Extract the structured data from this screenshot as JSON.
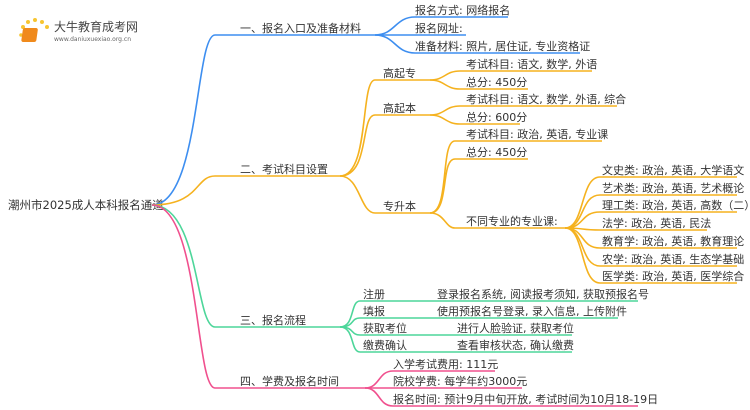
{
  "logo": {
    "name": "大牛教育成考网",
    "url": "www.daniuxuexiao.org.cn"
  },
  "root": "潮州市2025成人本科报名通道",
  "branch1": {
    "label": "一、报名入口及准备材料",
    "items": [
      "报名方式: 网络报名",
      "报名网址:",
      "准备材料: 照片, 居住证, 专业资格证"
    ]
  },
  "branch2": {
    "label": "二、考试科目设置",
    "gqz": {
      "label": "高起专",
      "items": [
        "考试科目: 语文, 数学, 外语",
        "总分: 450分"
      ]
    },
    "gqb": {
      "label": "高起本",
      "items": [
        "考试科目: 语文, 数学, 外语, 综合",
        "总分: 600分"
      ]
    },
    "zsb": {
      "label": "专升本",
      "items": [
        "考试科目: 政治, 英语, 专业课",
        "总分: 450分"
      ],
      "majors": {
        "label": "不同专业的专业课:",
        "items": [
          "文史类: 政治, 英语, 大学语文",
          "艺术类: 政治, 英语, 艺术概论",
          "理工类: 政治, 英语, 高数（二）",
          "法学: 政治, 英语, 民法",
          "教育学: 政治, 英语, 教育理论",
          "农学: 政治, 英语, 生态学基础",
          "医学类: 政治, 英语, 医学综合"
        ]
      }
    }
  },
  "branch3": {
    "label": "三、报名流程",
    "steps": [
      {
        "name": "注册",
        "desc": "登录报名系统, 阅读报考须知, 获取预报名号"
      },
      {
        "name": "填报",
        "desc": "使用预报名号登录, 录入信息, 上传附件"
      },
      {
        "name": "获取考位",
        "desc": "进行人脸验证, 获取考位"
      },
      {
        "name": "缴费确认",
        "desc": "查看审核状态, 确认缴费"
      }
    ]
  },
  "branch4": {
    "label": "四、学费及报名时间",
    "items": [
      "入学考试费用: 111元",
      "院校学费: 每学年约3000元",
      "报名时间: 预计9月中旬开放, 考试时间为10月18-19日"
    ]
  },
  "colors": {
    "b1": "#3d8ef0",
    "b2": "#f5b21f",
    "b3": "#4dd69a",
    "b4": "#f0508e"
  }
}
